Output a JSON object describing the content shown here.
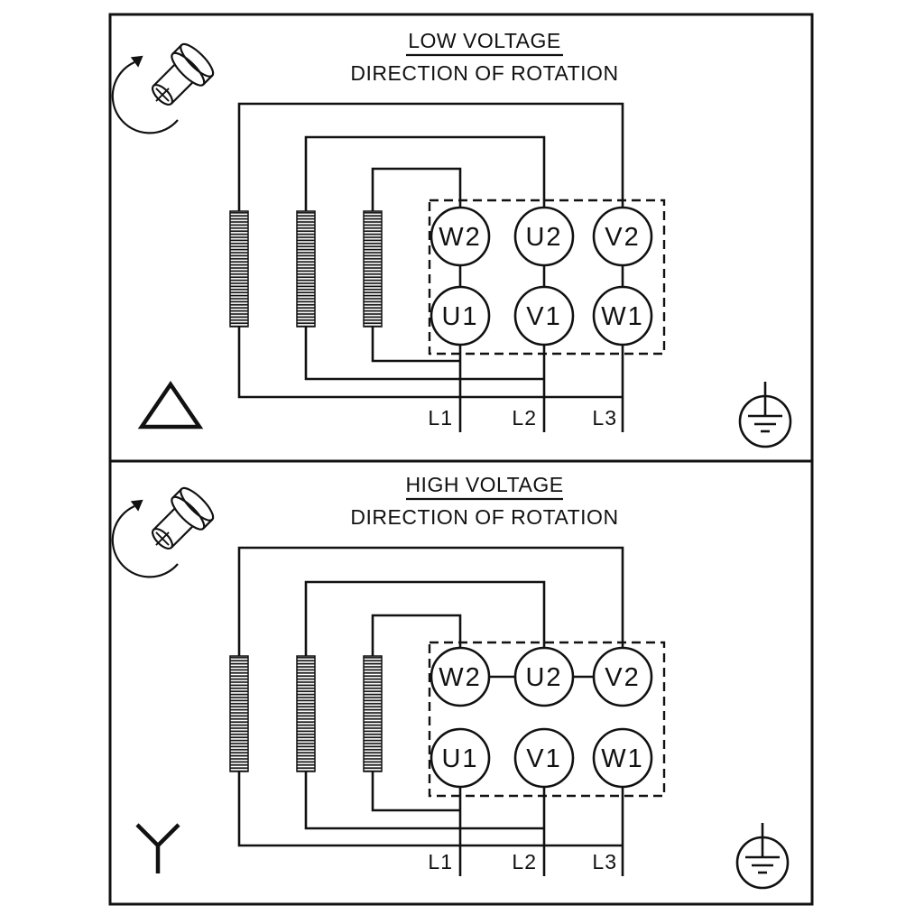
{
  "colors": {
    "line": "#111111",
    "background": "#ffffff"
  },
  "icons": {
    "shaft": "motor-shaft",
    "rotation_arrow": "curved-arrow-ccw",
    "delta": "triangle-delta-connection",
    "star": "wye-star-connection",
    "ground": "earth-ground-in-circle"
  },
  "panels": [
    {
      "title": "LOW VOLTAGE",
      "subtitle": "DIRECTION OF ROTATION",
      "connection": "delta",
      "terminals_top": [
        "W2",
        "U2",
        "V2"
      ],
      "terminals_bottom": [
        "U1",
        "V1",
        "W1"
      ],
      "supply_lines": [
        "L1",
        "L2",
        "L3"
      ]
    },
    {
      "title": "HIGH VOLTAGE",
      "subtitle": "DIRECTION OF ROTATION",
      "connection": "star",
      "terminals_top": [
        "W2",
        "U2",
        "V2"
      ],
      "terminals_bottom": [
        "U1",
        "V1",
        "W1"
      ],
      "supply_lines": [
        "L1",
        "L2",
        "L3"
      ]
    }
  ]
}
